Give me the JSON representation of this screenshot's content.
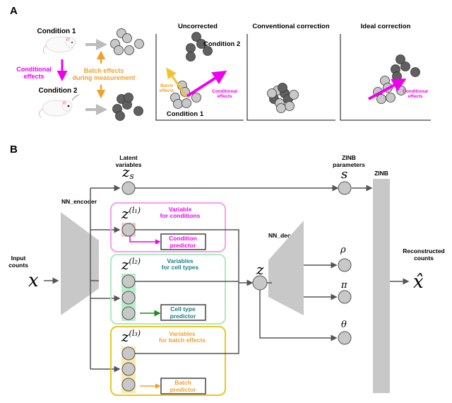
{
  "panel_a": {
    "label": "A",
    "condition1": "Condition 1",
    "condition2": "Condition 2",
    "conditional_effects": [
      "Conditional",
      "effects"
    ],
    "batch_effects": [
      "Batch effects",
      "during measurement"
    ],
    "plots": [
      {
        "title": "Uncorrected",
        "condition2": "Condition 2",
        "condition1": "Condition 1",
        "batch": [
          "Batch",
          "effects"
        ],
        "cond": [
          "Conditional",
          "effects"
        ]
      },
      {
        "title": "Conventional correction"
      },
      {
        "title": "Ideal correction",
        "cond": [
          "Conditional",
          "effects"
        ]
      }
    ]
  },
  "panel_b": {
    "label": "B",
    "latent": [
      "Latent",
      "variables"
    ],
    "zinb_params": [
      "ZINB",
      "parameters"
    ],
    "zinb": "ZINB",
    "nn_encoder": "NN_encoder",
    "nn_decoder": "NN_decoder",
    "input_counts": [
      "Input",
      "counts"
    ],
    "x": "x",
    "x_hat": "x̂",
    "reconstructed": [
      "Reconstructed",
      "counts"
    ],
    "zs": {
      "base": "z",
      "sub": "s"
    },
    "s": "s",
    "z": "z",
    "rho": "ρ",
    "pi": "π",
    "theta": "θ",
    "z_l1": {
      "base": "z",
      "sup": "(l₁)"
    },
    "z_l2": {
      "base": "z",
      "sup": "(l₂)"
    },
    "z_l3": {
      "base": "z",
      "sup": "(l₃)"
    },
    "cond_box": [
      "Variable",
      "for conditions"
    ],
    "cell_box": [
      "Variables",
      "for cell types"
    ],
    "batch_box": [
      "Variables",
      "for batch effects"
    ],
    "cond_pred": [
      "Condition",
      "predictor"
    ],
    "cell_pred": [
      "Cell type",
      "predictor"
    ],
    "batch_pred": [
      "Batch",
      "predictor"
    ]
  },
  "colors": {
    "magenta": "#ee00ee",
    "orange": "#f0a030",
    "teal": "#1a7f8a",
    "pink_box": "#f4a0f0",
    "green_box": "#b0e8c0",
    "yellow_box": "#e8c820",
    "gray": "#c8c8c8",
    "dark": "#555555"
  }
}
